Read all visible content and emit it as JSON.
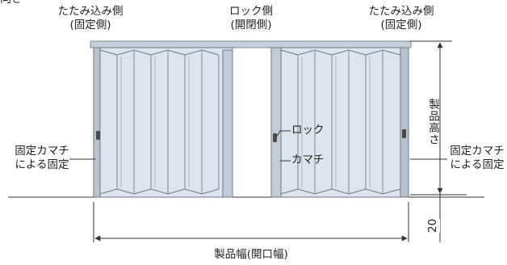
{
  "corner_fragment": "向き",
  "top_labels": {
    "left": {
      "line1": "たたみ込み側",
      "line2": "(固定側)"
    },
    "center": {
      "line1": "ロック側",
      "line2": "(開閉側)"
    },
    "right": {
      "line1": "たたみ込み側",
      "line2": "(固定側)"
    }
  },
  "side_labels": {
    "left": {
      "line1": "固定カマチ",
      "line2": "による固定"
    },
    "right": {
      "line1": "固定カマチ",
      "line2": "による固定"
    }
  },
  "callouts": {
    "lock": "ロック",
    "kamachi": "カマチ"
  },
  "dimensions": {
    "height": "製品高さ",
    "gap": "20",
    "width": "製品幅(開口幅)"
  },
  "colors": {
    "panel_fill": "#dde4ec",
    "panel_stroke": "#6a7784",
    "line": "#333333",
    "frame": "#7f8a95"
  }
}
